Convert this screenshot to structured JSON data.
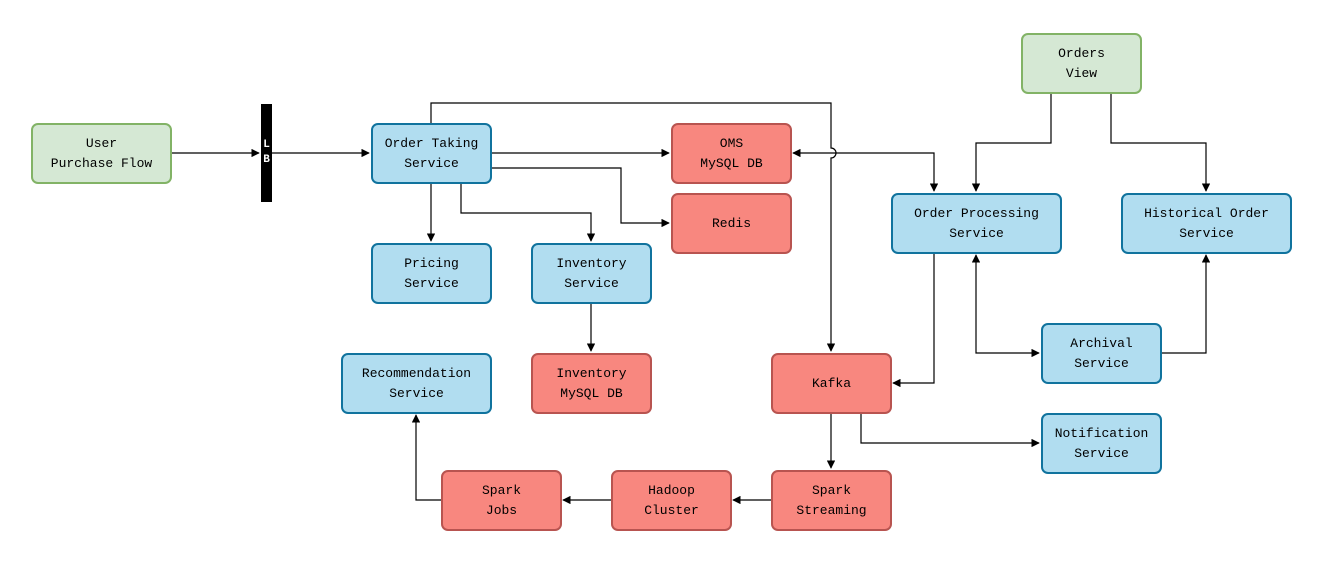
{
  "nodes": {
    "user_purchase_flow": [
      "User",
      "Purchase Flow"
    ],
    "load_balancer": [
      "L",
      "B"
    ],
    "order_taking_service": [
      "Order Taking",
      "Service"
    ],
    "oms_mysql_db": [
      "OMS",
      "MySQL DB"
    ],
    "redis": [
      "Redis"
    ],
    "pricing_service": [
      "Pricing",
      "Service"
    ],
    "inventory_service": [
      "Inventory",
      "Service"
    ],
    "inventory_mysql_db": [
      "Inventory",
      "MySQL DB"
    ],
    "recommendation_service": [
      "Recommendation",
      "Service"
    ],
    "kafka": [
      "Kafka"
    ],
    "spark_streaming": [
      "Spark",
      "Streaming"
    ],
    "hadoop_cluster": [
      "Hadoop",
      "Cluster"
    ],
    "spark_jobs": [
      "Spark",
      "Jobs"
    ],
    "orders_view": [
      "Orders",
      "View"
    ],
    "order_processing_service": [
      "Order Processing",
      "Service"
    ],
    "historical_order_service": [
      "Historical Order",
      "Service"
    ],
    "archival_service": [
      "Archival",
      "Service"
    ],
    "notification_service": [
      "Notification",
      "Service"
    ]
  },
  "colors": {
    "service_fill": "#b1ddf0",
    "service_stroke": "#10739e",
    "datastore_fill": "#f8877f",
    "datastore_stroke": "#b85450",
    "client_fill": "#d5e8d4",
    "client_stroke": "#82b366",
    "edge": "#000000"
  }
}
